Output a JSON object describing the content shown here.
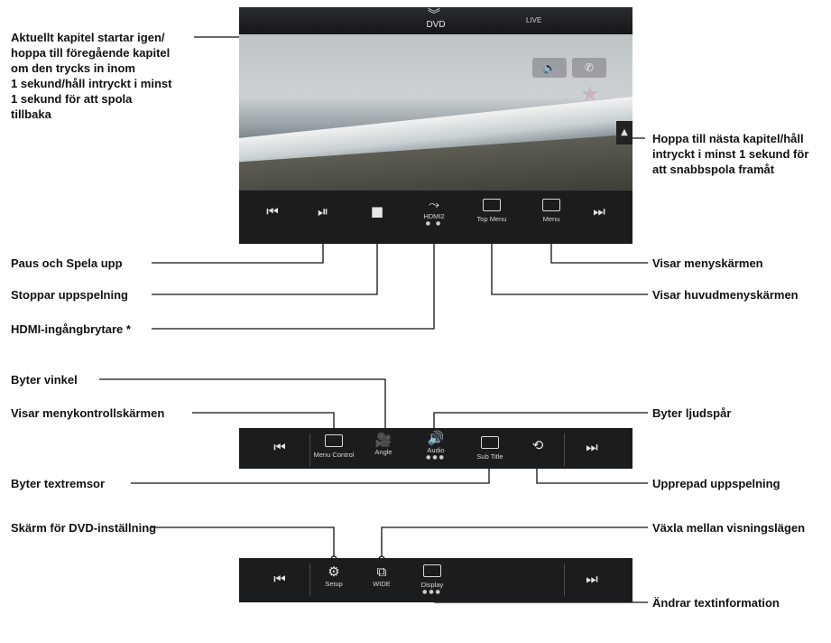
{
  "screen": {
    "title": "DVD",
    "status_live": "LIVE",
    "volume_icon": "speaker-icon",
    "phone_icon": "phone-icon",
    "controls": {
      "hdmi_label": "HDMI2",
      "top_menu_label": "Top Menu",
      "menu_label": "Menu"
    }
  },
  "bar2": {
    "menu_control_label": "Menu Control",
    "angle_label": "Angle",
    "audio_label": "Audio",
    "subtitle_label": "Sub Title"
  },
  "bar3": {
    "setup_label": "Setup",
    "wide_label": "WIDE",
    "display_label": "Display"
  },
  "annotations": {
    "prev_chapter": "Aktuellt kapitel startar igen/\nhoppa till föregående kapitel\nom den trycks in inom\n1 sekund/håll intryckt i minst\n1 sekund för att spola\ntillbaka",
    "next_chapter": "Hoppa till nästa kapitel/håll\nintryckt i minst 1 sekund för\natt snabbspola framåt",
    "pause_play": "Paus och Spela upp",
    "stop": "Stoppar uppspelning",
    "hdmi_switch": "HDMI-ingångbrytare *",
    "menu_screen": "Visar menyskärmen",
    "top_menu_screen": "Visar huvudmenyskärmen",
    "angle": "Byter vinkel",
    "menu_control": "Visar menykontrollskärmen",
    "audio_track": "Byter ljudspår",
    "subtitle": "Byter textremsor",
    "repeat": "Upprepad uppspelning",
    "dvd_setup": "Skärm för DVD-inställning",
    "display_mode": "Växla mellan visningslägen",
    "text_info": "Ändrar textinformation"
  }
}
